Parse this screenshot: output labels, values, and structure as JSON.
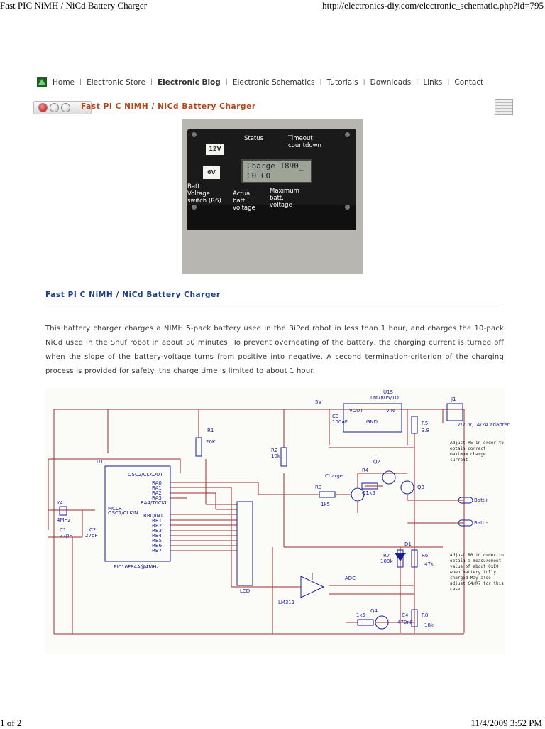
{
  "print": {
    "title": "Fast PIC NiMH / NiCd Battery Charger",
    "url": "http://electronics-diy.com/electronic_schematic.php?id=795",
    "page": "1 of 2",
    "datetime": "11/4/2009 3:52 PM"
  },
  "nav": {
    "items": [
      "Home",
      "Electronic Store",
      "Electronic Blog",
      "Electronic Schematics",
      "Tutorials",
      "Downloads",
      "Links",
      "Contact"
    ],
    "separator": "|"
  },
  "breadcrumb": "Fast PI C NiMH /  NiCd Battery Charger",
  "photo": {
    "labels": {
      "status": "Status",
      "timeout": "Timeout countdown",
      "batt_switch": "Batt. Voltage switch (R6)",
      "actual": "Actual batt. voltage",
      "maximum": "Maximum batt. voltage"
    },
    "lcd_line1": "Charge   1890_",
    "lcd_line2": "C0  C0",
    "sticker_12v": "12V",
    "sticker_6v": "6V"
  },
  "section_title": "Fast PI C NiMH /  NiCd Battery Charger",
  "paragraph": "This battery charger charges a NIMH 5-pack battery used in the BiPed robot in less than 1 hour, and charges the 10-pack NiCd used in the Snuf robot in about 30 minutes. To prevent overheating of the battery, the charging current is turned off when the slope of the battery-voltage turns from positive into negative. A second termination-criterion of the charging process is provided for safety: the charge time is limited to about 1 hour.",
  "schematic": {
    "u15": "U15",
    "u15_part": "LM7805/TO",
    "vout": "VOUT",
    "vin": "VIN",
    "gnd": "GND",
    "v5": "5V",
    "c3": "C3",
    "c3_val": "100nF",
    "j1": "J1",
    "adapter": "12/20V,1A/2A adapter",
    "r5": "R5",
    "r5_val": "3.8",
    "r1": "R1",
    "r1_val": "20K",
    "r2": "R2",
    "r2_val": "10k",
    "u1": "U1",
    "osc2": "OSC2/CLKOUT",
    "mclr": "MCLR",
    "osc1": "OSC1/CLKIN",
    "ra_pins": [
      "RA0",
      "RA1",
      "RA2",
      "RA3",
      "RA4/T0CKI"
    ],
    "rb_pins": [
      "RB0/INT",
      "RB1",
      "RB2",
      "RB3",
      "RB4",
      "RB5",
      "RB6",
      "RB7"
    ],
    "pic": "PIC16F84A@4MHz",
    "y4": "Y4",
    "xtal": "4MHz",
    "c1": "C1",
    "c1_val": "27pF",
    "c2": "C2",
    "c2_val": "27pF",
    "lcd": "LCD",
    "charge": "Charge",
    "r3": "R3",
    "r3_val": "1k5",
    "r4": "R4",
    "r4_val": "1k5",
    "q1": "Q1",
    "q2": "Q2",
    "q3": "Q3",
    "batt_plus": "Batt+",
    "batt_minus": "Batt -",
    "note1": "Adjust R5 in order to obtain correct maximum charge current",
    "note2": "Adjust R6 in order to obtain a measurement value of about 0xE0 when battery fully charged May also adjust C4/R7 for this case",
    "d1": "D1",
    "r7": "R7",
    "r7_val": "100k",
    "r6": "R6",
    "r6_val": "47k",
    "adc": "ADC",
    "lm311": "LM311",
    "q4": "Q4",
    "q4_r": "1k5",
    "c4": "C4",
    "c4_val": "470nF",
    "r8": "R8",
    "r8_val": "18k"
  }
}
